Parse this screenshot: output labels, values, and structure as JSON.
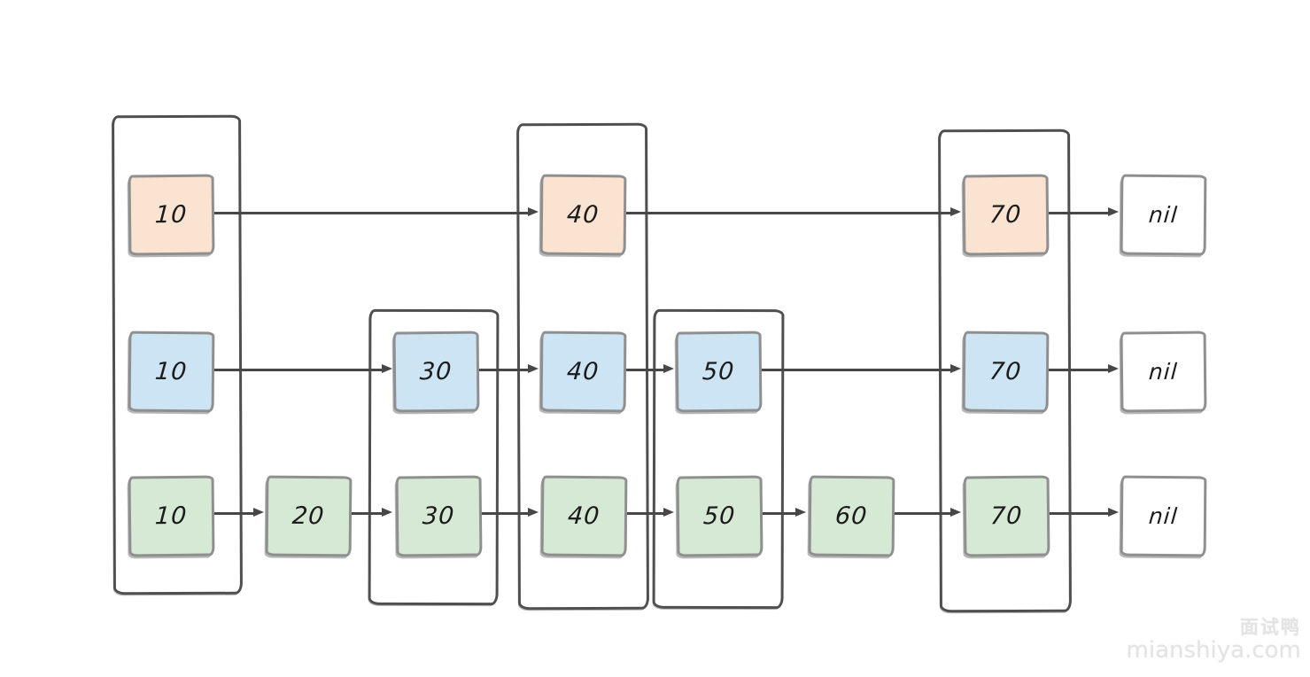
{
  "diagram_type": "skip-list",
  "levels": {
    "top": {
      "nodes": [
        "10",
        "40",
        "70"
      ],
      "tail": "nil"
    },
    "middle": {
      "nodes": [
        "10",
        "30",
        "40",
        "50",
        "70"
      ],
      "tail": "nil"
    },
    "bottom": {
      "nodes": [
        "10",
        "20",
        "30",
        "40",
        "50",
        "60",
        "70"
      ],
      "tail": "nil"
    }
  },
  "colors": {
    "top_level_fill": "#fbe3d1",
    "middle_level_fill": "#cde4f4",
    "bottom_level_fill": "#d6e9d4",
    "nil_fill": "#ffffff",
    "node_border": "#8f8f8f",
    "container_border": "#4f4f4f",
    "arrow": "#474747",
    "label_text": "#1c1c1c",
    "watermark_text": "#e3e3e3"
  },
  "watermark": {
    "brand": "面试鸭",
    "site": "mianshiya.com"
  }
}
